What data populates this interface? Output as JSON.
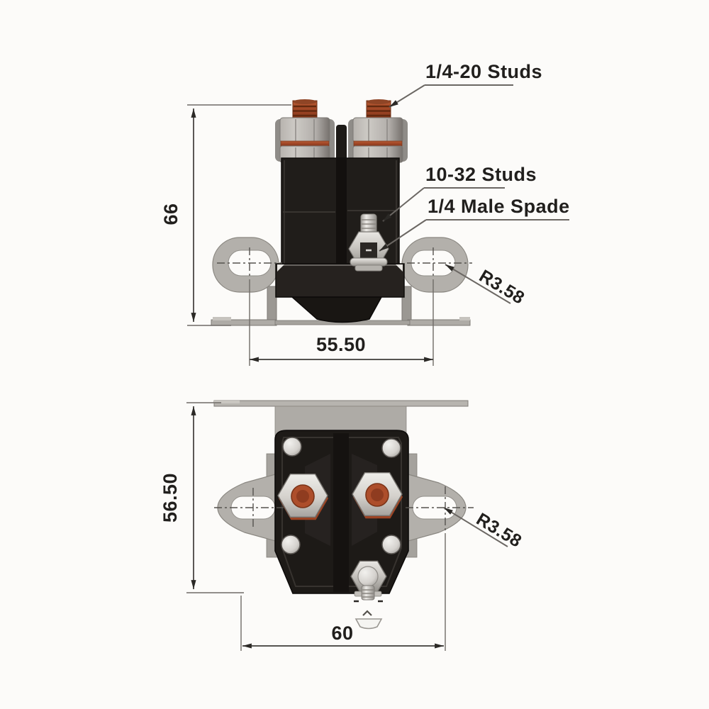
{
  "drawing": {
    "subject": "starter solenoid dimension drawing",
    "views": {
      "front": {
        "height_dim": "66",
        "width_dim": "55.50",
        "slot_radius": "R3.58",
        "callout_studs": "1/4-20 Studs",
        "callout_small_studs": "10-32 Studs",
        "callout_spade": "1/4 Male Spade"
      },
      "top": {
        "height_dim": "56.50",
        "width_dim": "60",
        "slot_radius": "R3.58"
      }
    },
    "colors": {
      "background": "#fcfbf9",
      "body_black": "#1d1a17",
      "bracket_gray": "#b3b0ab",
      "copper": "#a84d2b",
      "silver": "#d8d6d2",
      "dimension_line": "#3f3c39",
      "leader_line": "#6b6763",
      "text": "#211f1d"
    }
  }
}
